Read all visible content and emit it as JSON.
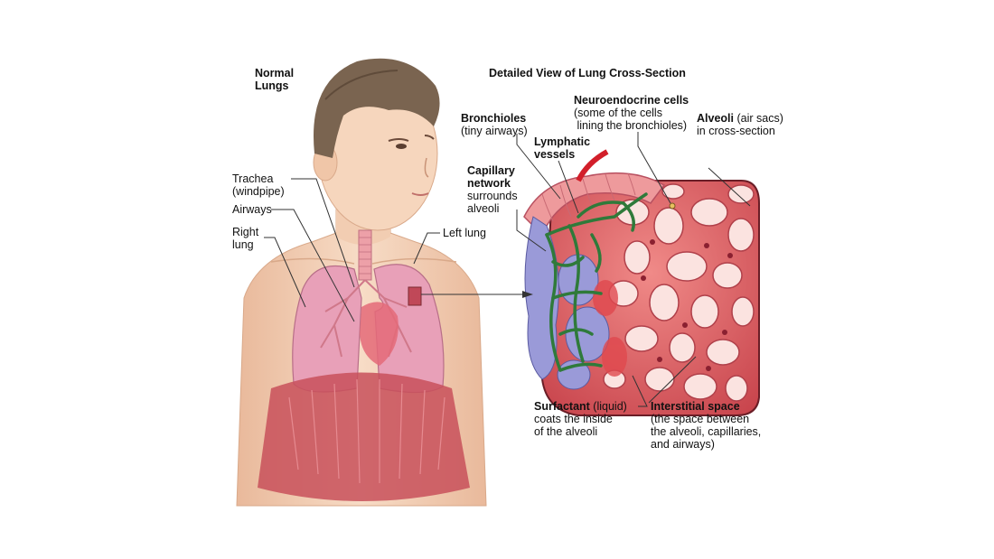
{
  "titles": {
    "left": [
      "Normal",
      "Lungs"
    ],
    "right": "Detailed View of Lung Cross-Section"
  },
  "labels": {
    "trachea": [
      "Trachea",
      "(windpipe)"
    ],
    "airways": "Airways",
    "right_lung": [
      "Right",
      "lung"
    ],
    "left_lung": "Left lung",
    "bronchioles": {
      "bold": "Bronchioles",
      "rest": "(tiny airways)"
    },
    "lymphatic": [
      "Lymphatic",
      "vessels"
    ],
    "capillary": {
      "bold": [
        "Capillary",
        "network"
      ],
      "rest": [
        "surrounds",
        "alveoli"
      ]
    },
    "neuro": {
      "bold": "Neuroendocrine cells",
      "rest": [
        "(some of the cells",
        " lining the bronchioles)"
      ]
    },
    "alveoli": {
      "bold": "Alveoli",
      "rest1": " (air sacs)",
      "rest2": "in cross-section"
    },
    "surfactant": {
      "bold": "Surfactant",
      "rest1": " (liquid)",
      "rest2": [
        "coats the inside",
        "of the alveoli"
      ]
    },
    "interstitial": {
      "bold": "Interstitial space",
      "rest": [
        "(the space between",
        "the alveoli, capillaries,",
        "and airways)"
      ]
    }
  },
  "colors": {
    "skin": "#f4d3b8",
    "hair": "#7a6450",
    "lung": "#e8a0b8",
    "tissue": "#e06a6e",
    "alveolus": "#fbe3e0",
    "capillary": "#2f7a3a",
    "lymph": "#8c8fd0",
    "diaphragm": "#c8505a"
  }
}
